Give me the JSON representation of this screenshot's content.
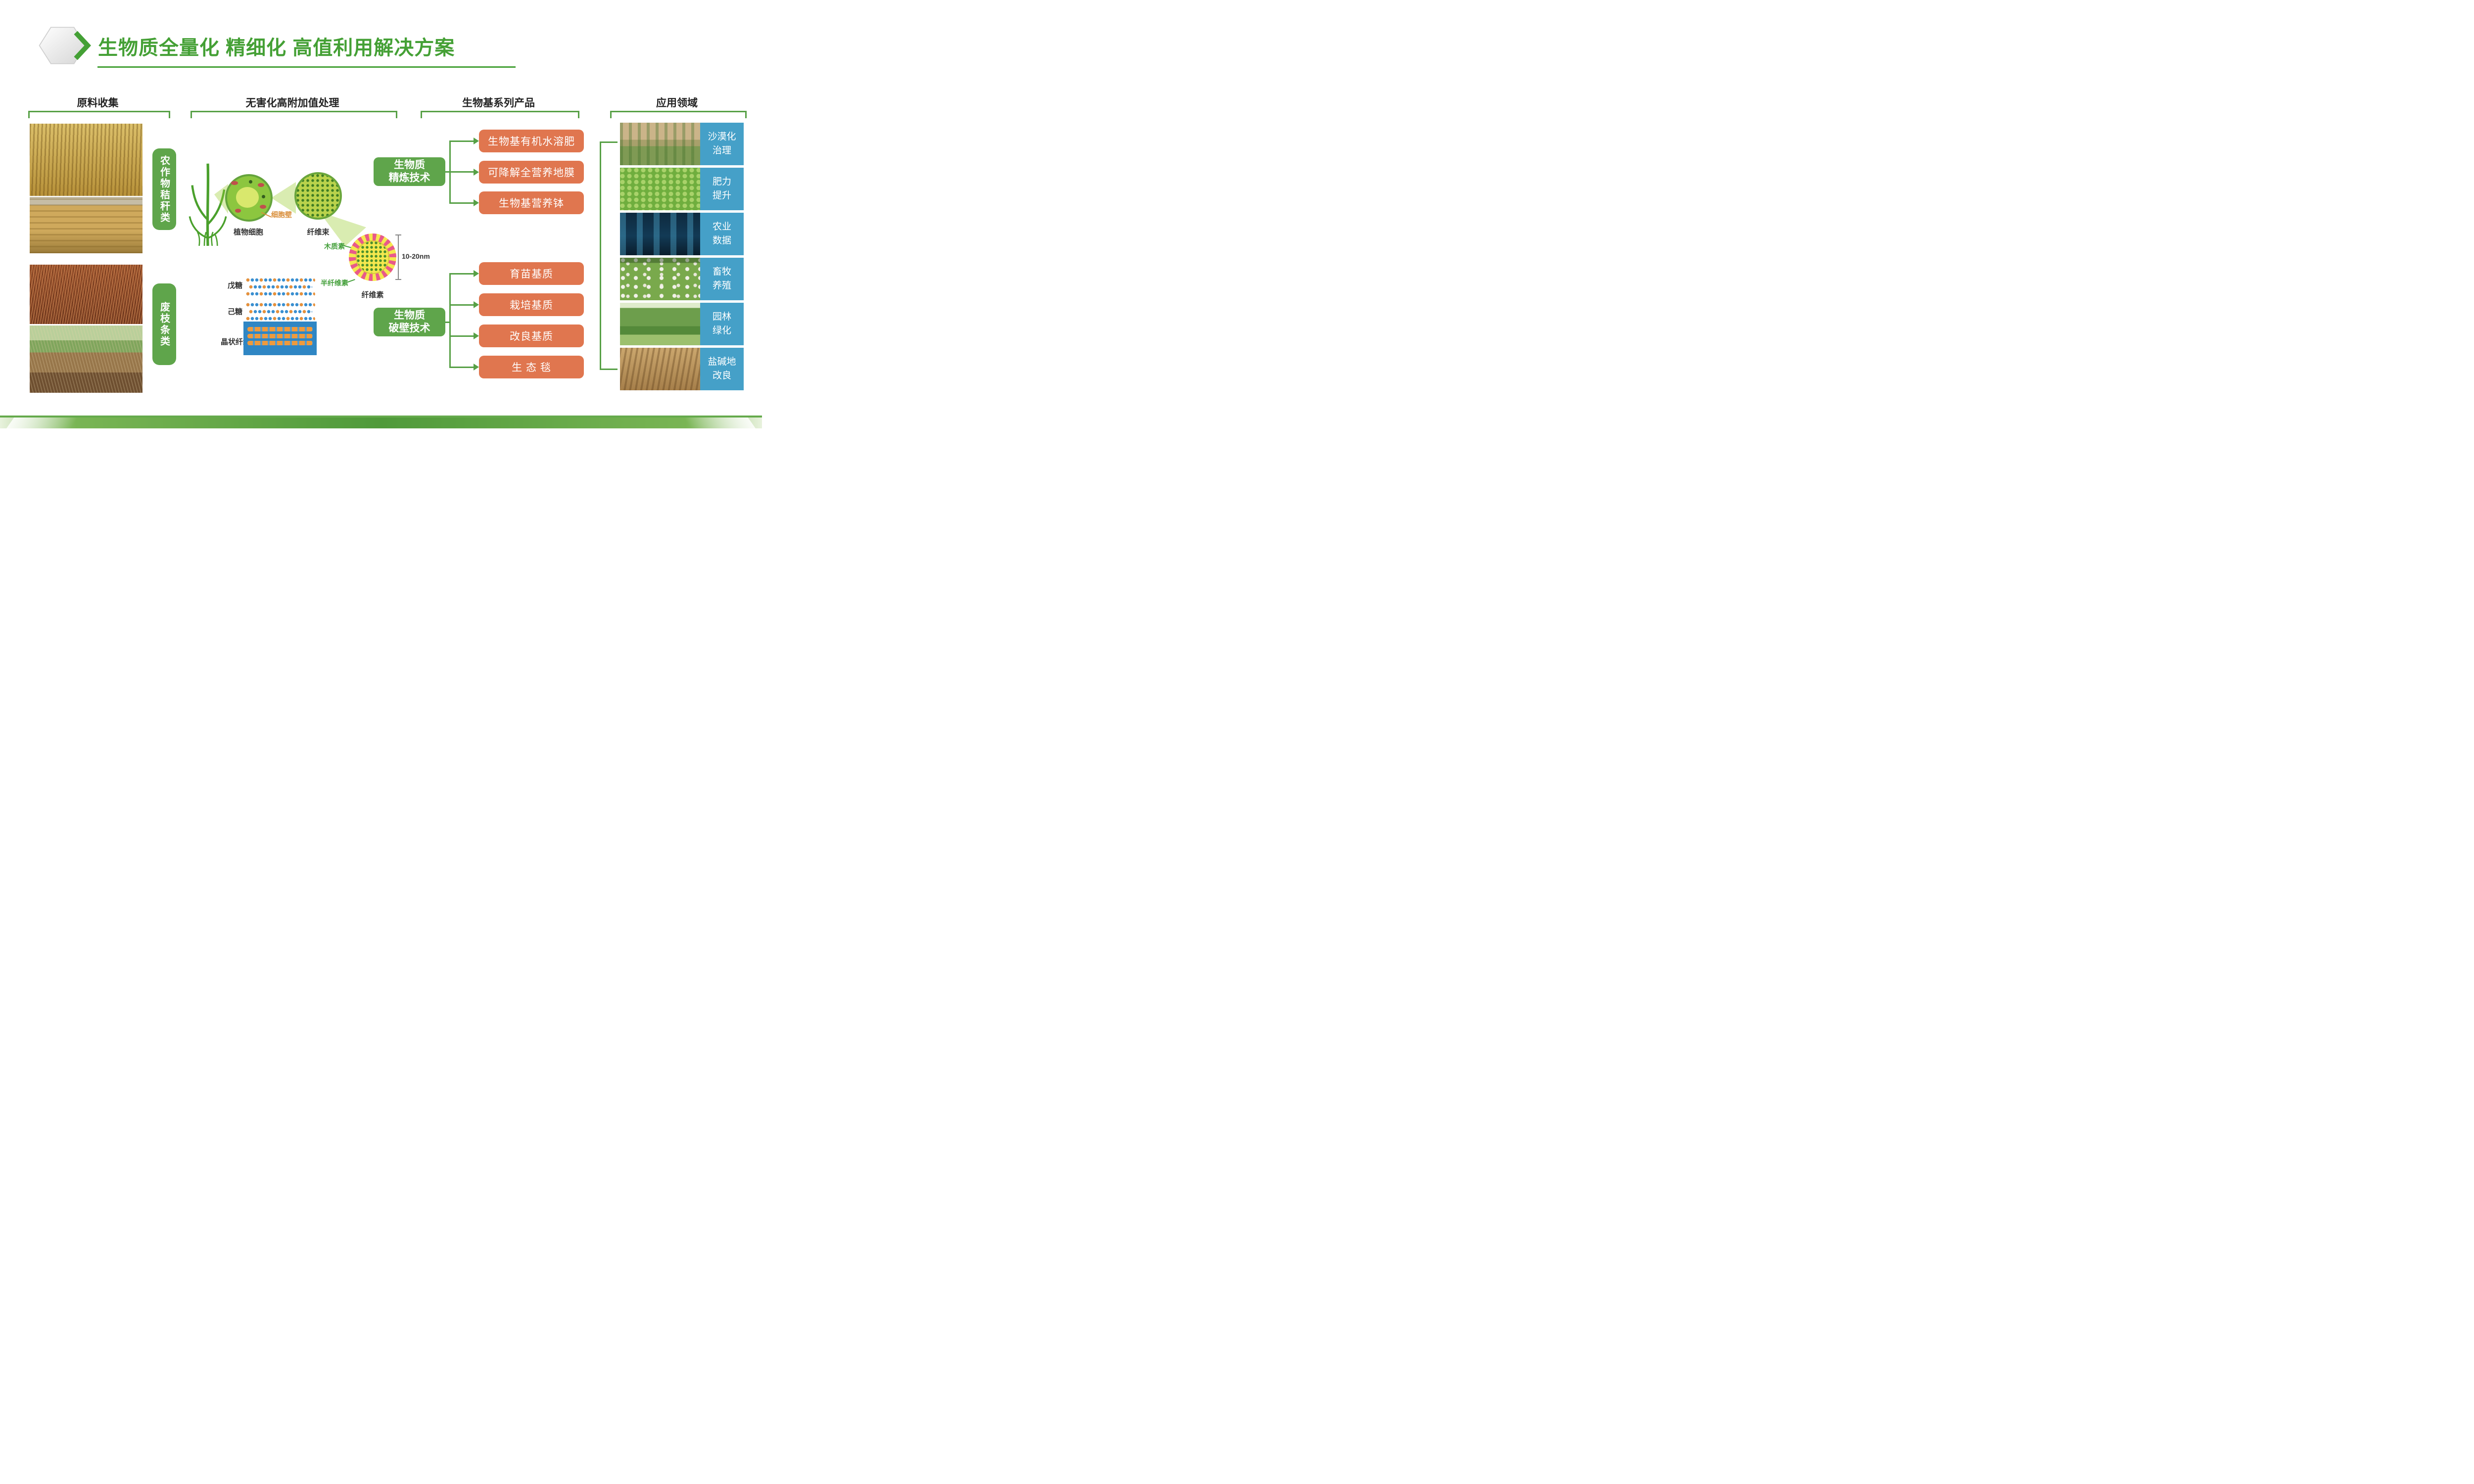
{
  "title": "生物质全量化 精细化 高值利用解决方案",
  "columns": {
    "collection": {
      "header": "原料收集",
      "photos": [
        "corn-straw-photo",
        "straw-bales-photo",
        "waste-twigs-photo",
        "orchard-branches-photo"
      ],
      "categories": [
        {
          "label": "农作物秸秆类"
        },
        {
          "label": "废枝条类"
        }
      ]
    },
    "processing": {
      "header": "无害化高附加值处理",
      "diagram_labels": {
        "plant_cell": "植物细胞",
        "cell_wall": "细胞壁",
        "fiber_bundle": "纤维束",
        "lignin": "木质素",
        "hemicellulose": "半纤维素",
        "cellulose": "纤维素",
        "fiber_size": "10-20nm",
        "pentose": "戊糖",
        "hexose": "己糖",
        "crystalline_cellulose": "晶状纤维素"
      },
      "technologies": [
        {
          "line1": "生物质",
          "line2": "精炼技术"
        },
        {
          "line1": "生物质",
          "line2": "破壁技术"
        }
      ]
    },
    "products": {
      "header": "生物基系列产品",
      "refining_products": [
        "生物基有机水溶肥",
        "可降解全营养地膜",
        "生物基营养钵"
      ],
      "breaking_products": [
        "育苗基质",
        "栽培基质",
        "改良基质",
        "生 态 毯"
      ]
    },
    "applications": {
      "header": "应用领域",
      "items": [
        {
          "line1": "沙漠化",
          "line2": "治理",
          "photo": "desert-control-photo"
        },
        {
          "line1": "肥力",
          "line2": "提升",
          "photo": "cabbage-field-photo"
        },
        {
          "line1": "农业",
          "line2": "数据",
          "photo": "agri-data-room-photo"
        },
        {
          "line1": "畜牧",
          "line2": "养殖",
          "photo": "sheep-pasture-photo"
        },
        {
          "line1": "园林",
          "line2": "绿化",
          "photo": "park-greening-photo"
        },
        {
          "line1": "盐碱地",
          "line2": "改良",
          "photo": "saline-soil-photo"
        }
      ]
    }
  },
  "colors": {
    "title_green": "#44a035",
    "box_green": "#5fa54b",
    "connector_green": "#57a046",
    "product_orange": "#e0764f",
    "application_blue": "#45a0c8"
  }
}
